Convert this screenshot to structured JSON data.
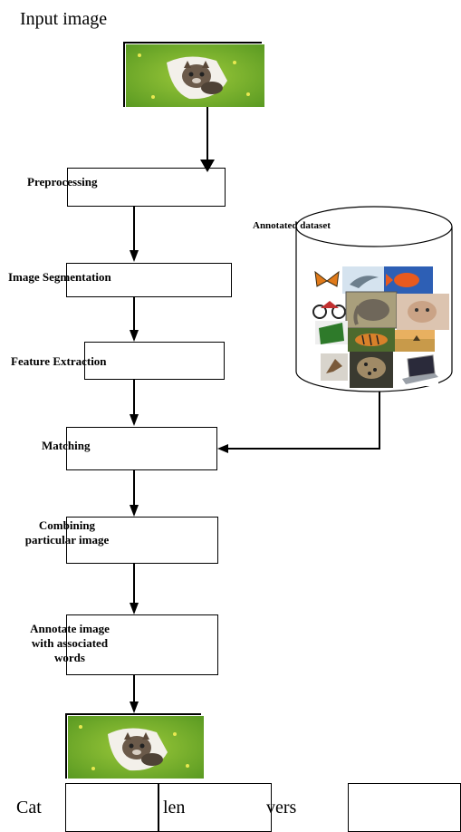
{
  "title": "Input image",
  "steps": {
    "preprocessing": "Preprocessing",
    "segmentation": "Image Segmentation",
    "feature_extraction": "Feature Extraction",
    "matching": "Matching",
    "combining_line1": "Combining",
    "combining_line2": "particular image",
    "annotate_line1": "Annotate image",
    "annotate_line2": "with associated",
    "annotate_line3": "words"
  },
  "dataset_label": "Annotated dataset",
  "output_words": [
    "Cat",
    "len",
    "vers"
  ],
  "icons": {
    "input_image": "cat-in-grass-photo",
    "output_image": "cat-in-grass-photo",
    "dataset_thumbnails": [
      "butterfly",
      "dolphin",
      "goldfish",
      "motorcycle",
      "elephant",
      "kitten",
      "green-laptop",
      "tiger",
      "savanna",
      "bird",
      "leopard",
      "laptop"
    ]
  },
  "colors": {
    "grass": "#6fb02a",
    "stroke": "#000000"
  }
}
